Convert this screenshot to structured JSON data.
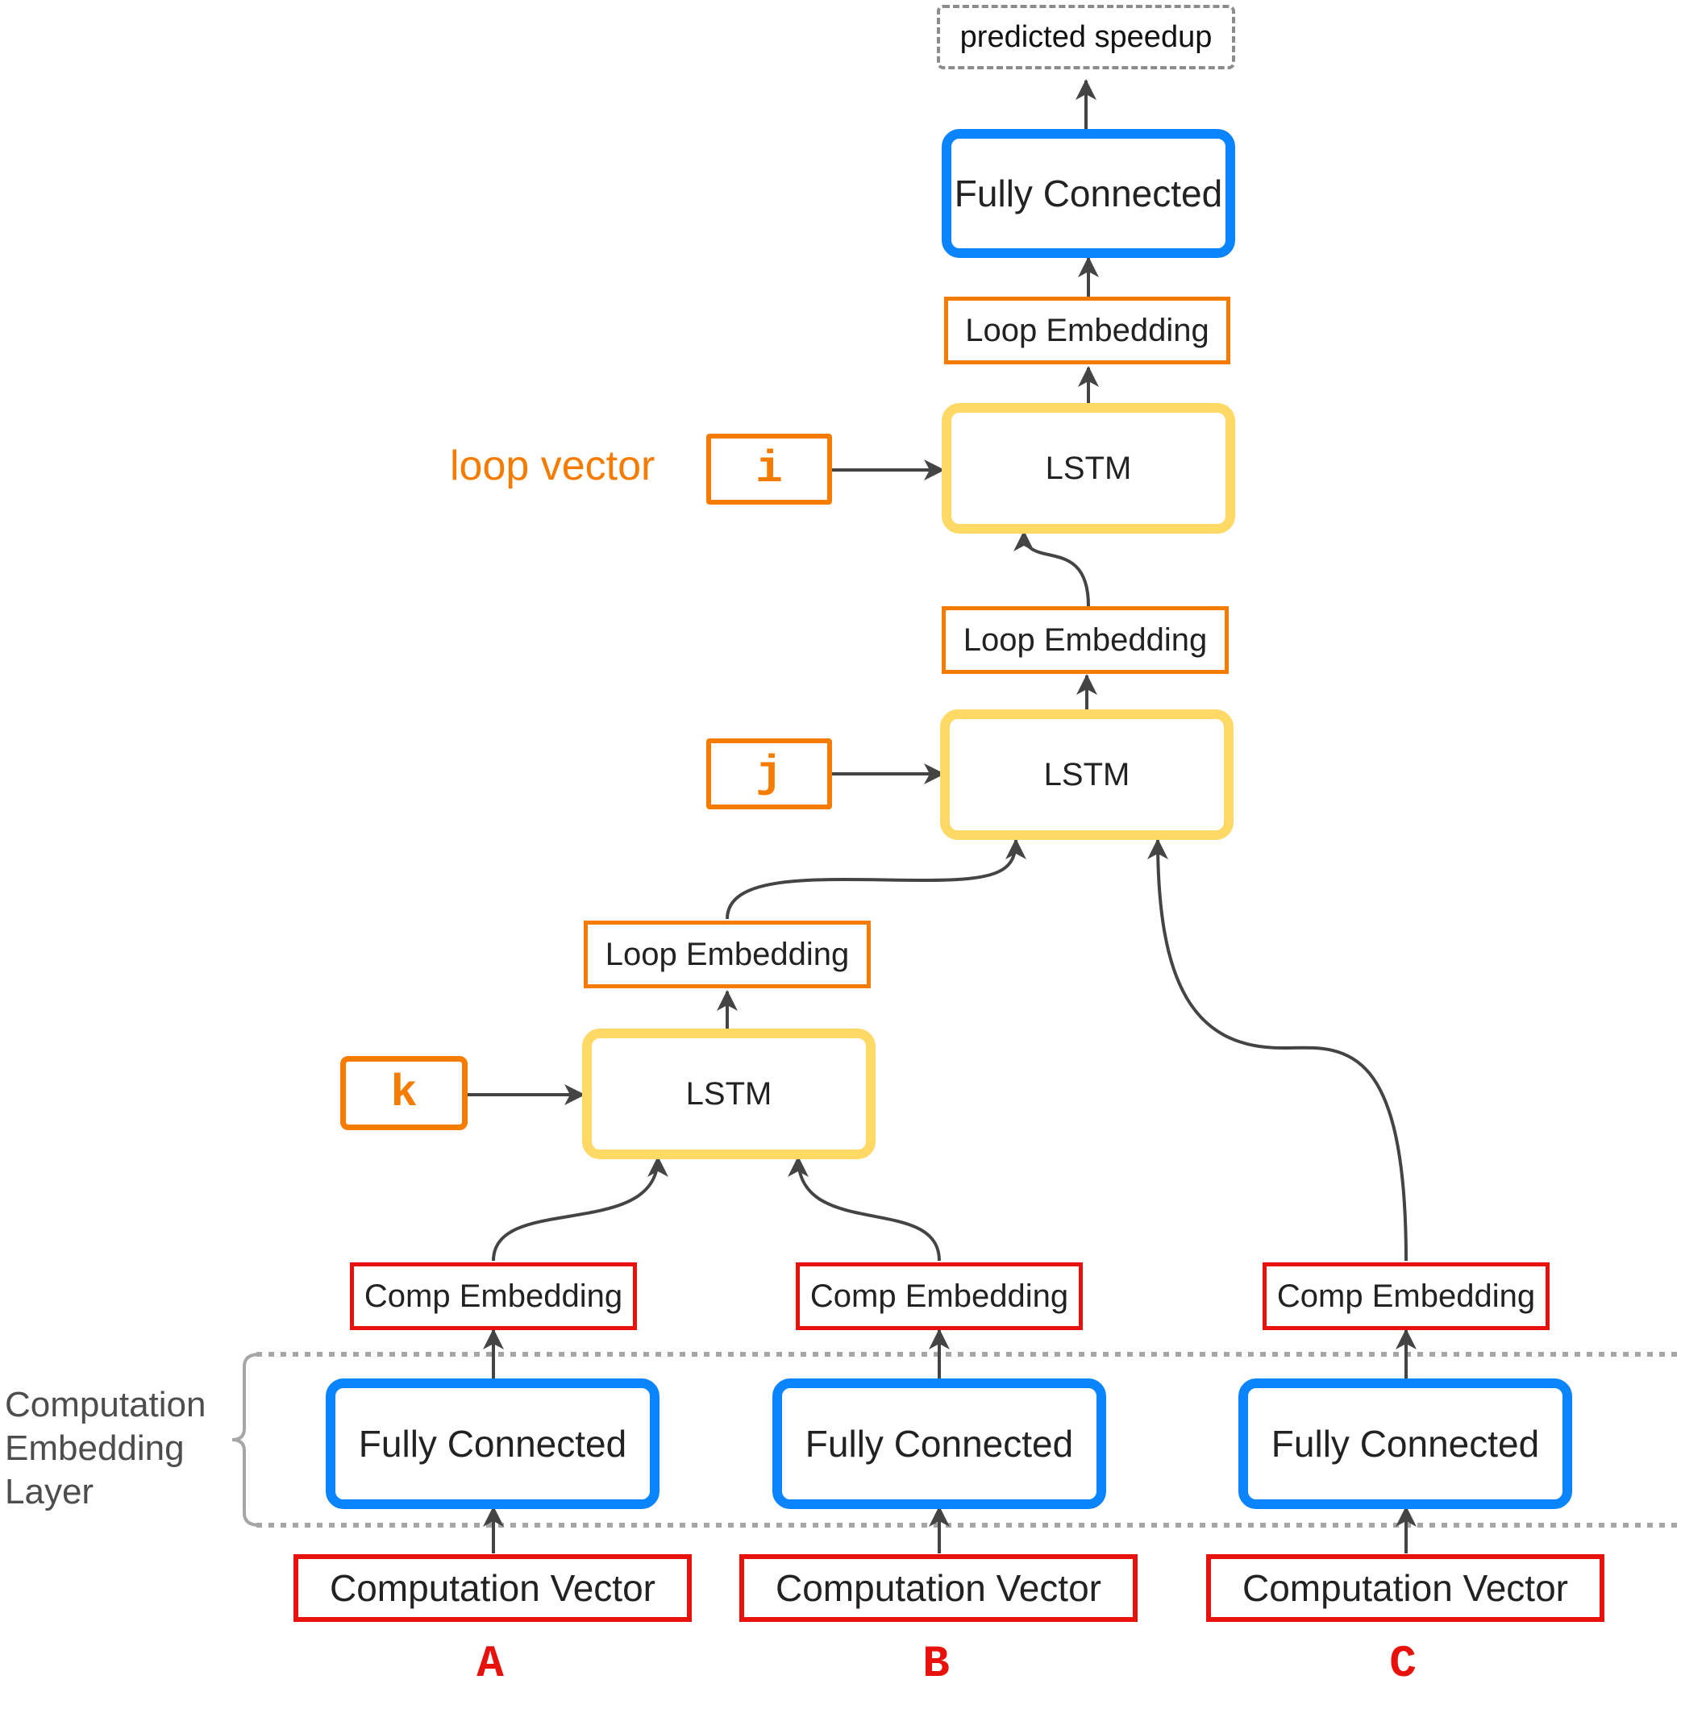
{
  "output": {
    "label": "predicted speedup"
  },
  "top_fc": {
    "label": "Fully Connected"
  },
  "loop_embeddings": [
    {
      "label": "Loop Embedding"
    },
    {
      "label": "Loop Embedding"
    },
    {
      "label": "Loop Embedding"
    }
  ],
  "lstms": [
    {
      "label": "LSTM"
    },
    {
      "label": "LSTM"
    },
    {
      "label": "LSTM"
    }
  ],
  "loop_vector_label": "loop vector",
  "loop_vars": [
    "i",
    "j",
    "k"
  ],
  "computations": [
    {
      "id": "A",
      "comp_embedding": "Comp Embedding",
      "fully_connected": "Fully Connected",
      "computation_vector": "Computation Vector"
    },
    {
      "id": "B",
      "comp_embedding": "Comp Embedding",
      "fully_connected": "Fully Connected",
      "computation_vector": "Computation Vector"
    },
    {
      "id": "C",
      "comp_embedding": "Comp Embedding",
      "fully_connected": "Fully Connected",
      "computation_vector": "Computation Vector"
    }
  ],
  "computation_embedding_layer": {
    "line1": "Computation",
    "line2": "Embedding",
    "line3": "Layer"
  },
  "colors": {
    "fully_connected": "#0a84ff",
    "lstm": "#ffd966",
    "loop": "#f57c00",
    "computation": "#e8120c",
    "arrow": "#444444",
    "dotted_guides": "#a6a6a6"
  }
}
